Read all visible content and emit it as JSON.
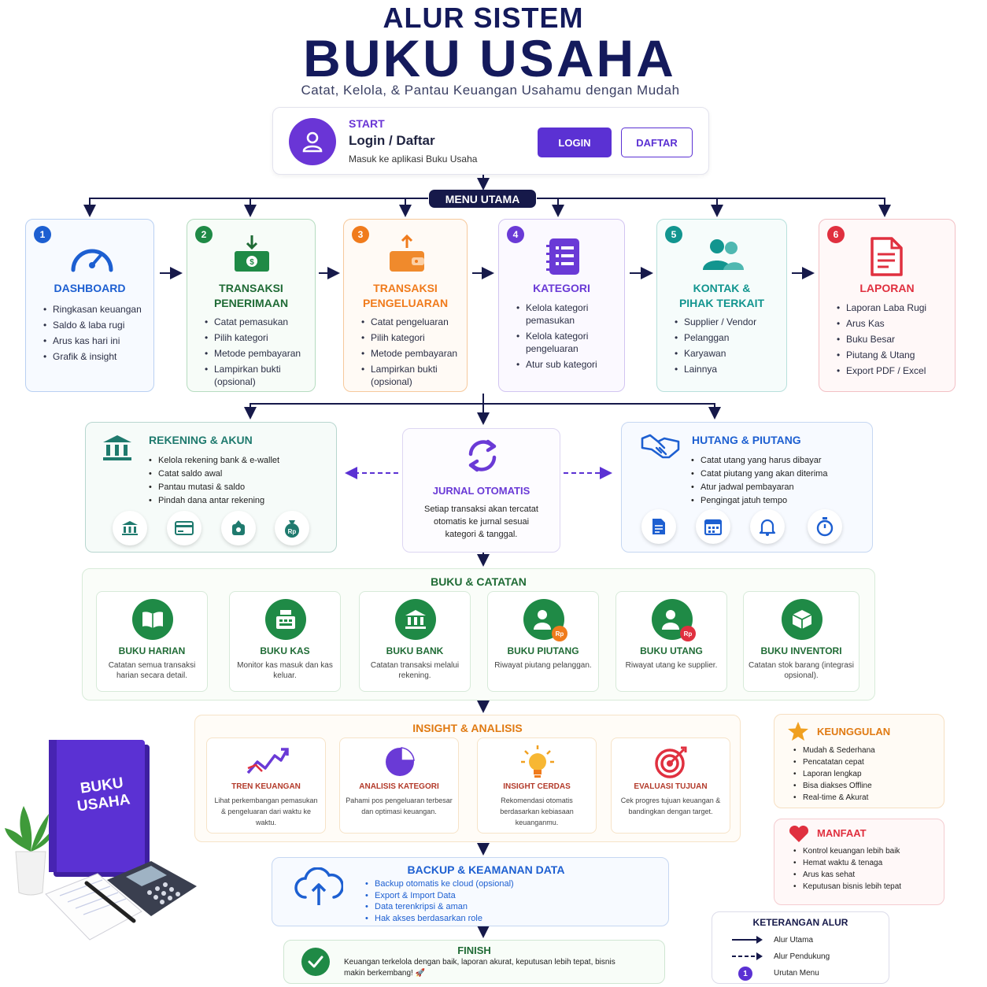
{
  "header": {
    "title_top": "ALUR SISTEM",
    "title_main": "BUKU USAHA",
    "subtitle": "Catat, Kelola, & Pantau Keuangan Usahamu dengan Mudah"
  },
  "start": {
    "tag": "START",
    "title": "Login / Daftar",
    "desc": "Masuk ke aplikasi Buku Usaha",
    "login_label": "LOGIN",
    "daftar_label": "DAFTAR"
  },
  "menu_utama": "MENU UTAMA",
  "modules": [
    {
      "num": "1",
      "title": "DASHBOARD",
      "items": [
        "Ringkasan keuangan",
        "Saldo & laba rugi",
        "Arus kas hari ini",
        "Grafik & insight"
      ],
      "color": "#1d5fd1",
      "icon": "speedometer-icon"
    },
    {
      "num": "2",
      "title": "TRANSAKSI PENERIMAAN",
      "items": [
        "Catat pemasukan",
        "Pilih kategori",
        "Metode pembayaran",
        "Lampirkan bukti (opsional)"
      ],
      "color": "#1f8a46",
      "icon": "money-in-icon"
    },
    {
      "num": "3",
      "title": "TRANSAKSI PENGELUARAN",
      "items": [
        "Catat pengeluaran",
        "Pilih kategori",
        "Metode pembayaran",
        "Lampirkan bukti (opsional)"
      ],
      "color": "#f07b1c",
      "icon": "wallet-out-icon"
    },
    {
      "num": "4",
      "title": "KATEGORI",
      "items": [
        "Kelola kategori pemasukan",
        "Kelola kategori pengeluaran",
        "Atur sub kategori"
      ],
      "color": "#6a3ad6",
      "icon": "list-icon"
    },
    {
      "num": "5",
      "title": "KONTAK & PIHAK TERKAIT",
      "items": [
        "Supplier / Vendor",
        "Pelanggan",
        "Karyawan",
        "Lainnya"
      ],
      "color": "#12958f",
      "icon": "contacts-icon"
    },
    {
      "num": "6",
      "title": "LAPORAN",
      "items": [
        "Laporan Laba Rugi",
        "Arus Kas",
        "Buku Besar",
        "Piutang & Utang",
        "Export PDF / Excel"
      ],
      "color": "#e0303f",
      "icon": "report-icon"
    }
  ],
  "rekening": {
    "title": "REKENING & AKUN",
    "items": [
      "Kelola rekening bank & e-wallet",
      "Catat saldo awal",
      "Pantau mutasi & saldo",
      "Pindah dana antar rekening"
    ],
    "color": "#1f7a6e"
  },
  "jurnal": {
    "title": "JURNAL OTOMATIS",
    "desc": "Setiap transaksi akan tercatat otomatis ke jurnal sesuai kategori & tanggal.",
    "color": "#6a3ad6"
  },
  "hutang": {
    "title": "HUTANG & PIUTANG",
    "items": [
      "Catat utang yang harus dibayar",
      "Catat piutang yang akan diterima",
      "Atur jadwal pembayaran",
      "Pengingat jatuh tempo"
    ],
    "color": "#1d5fd1"
  },
  "buku": {
    "title": "BUKU & CATATAN",
    "items": [
      {
        "title": "BUKU HARIAN",
        "desc": "Catatan semua transaksi harian secara detail.",
        "icon": "open-book-icon"
      },
      {
        "title": "BUKU KAS",
        "desc": "Monitor kas masuk dan kas keluar.",
        "icon": "cash-register-icon"
      },
      {
        "title": "BUKU BANK",
        "desc": "Catatan transaksi melalui rekening.",
        "icon": "bank-icon"
      },
      {
        "title": "BUKU PIUTANG",
        "desc": "Riwayat piutang pelanggan.",
        "icon": "customer-rp-icon",
        "badge": "Rp"
      },
      {
        "title": "BUKU UTANG",
        "desc": "Riwayat utang ke supplier.",
        "icon": "supplier-rp-icon",
        "badge": "Rp"
      },
      {
        "title": "BUKU INVENTORI",
        "desc": "Catatan stok barang (integrasi opsional).",
        "icon": "box-icon"
      }
    ]
  },
  "insight": {
    "title": "INSIGHT & ANALISIS",
    "items": [
      {
        "title": "TREN KEUANGAN",
        "desc": "Lihat perkembangan pemasukan & pengeluaran dari waktu ke waktu.",
        "icon": "trend-icon"
      },
      {
        "title": "ANALISIS KATEGORI",
        "desc": "Pahami pos pengeluaran terbesar dan optimasi keuangan.",
        "icon": "pie-icon"
      },
      {
        "title": "INSIGHT CERDAS",
        "desc": "Rekomendasi otomatis berdasarkan kebiasaan keuanganmu.",
        "icon": "bulb-icon"
      },
      {
        "title": "EVALUASI TUJUAN",
        "desc": "Cek progres tujuan keuangan & bandingkan dengan target.",
        "icon": "target-icon"
      }
    ]
  },
  "keunggulan": {
    "title": "KEUNGGULAN",
    "items": [
      "Mudah & Sederhana",
      "Pencatatan cepat",
      "Laporan lengkap",
      "Bisa diakses Offline",
      "Real-time & Akurat"
    ]
  },
  "manfaat": {
    "title": "MANFAAT",
    "items": [
      "Kontrol keuangan lebih baik",
      "Hemat waktu & tenaga",
      "Arus kas sehat",
      "Keputusan bisnis lebih tepat"
    ]
  },
  "backup": {
    "title": "BACKUP & KEAMANAN DATA",
    "items": [
      "Backup otomatis ke cloud (opsional)",
      "Export & Import Data",
      "Data terenkripsi & aman",
      "Hak akses berdasarkan role"
    ]
  },
  "finish": {
    "title": "FINISH",
    "desc": "Keuangan terkelola dengan baik, laporan akurat, keputusan lebih tepat, bisnis makin berkembang! 🚀"
  },
  "legend": {
    "title": "KETERANGAN ALUR",
    "main": "Alur Utama",
    "support": "Alur Pendukung",
    "order": "Urutan Menu",
    "order_num": "1"
  },
  "illustration": {
    "book_line1": "BUKU",
    "book_line2": "USAHA"
  }
}
